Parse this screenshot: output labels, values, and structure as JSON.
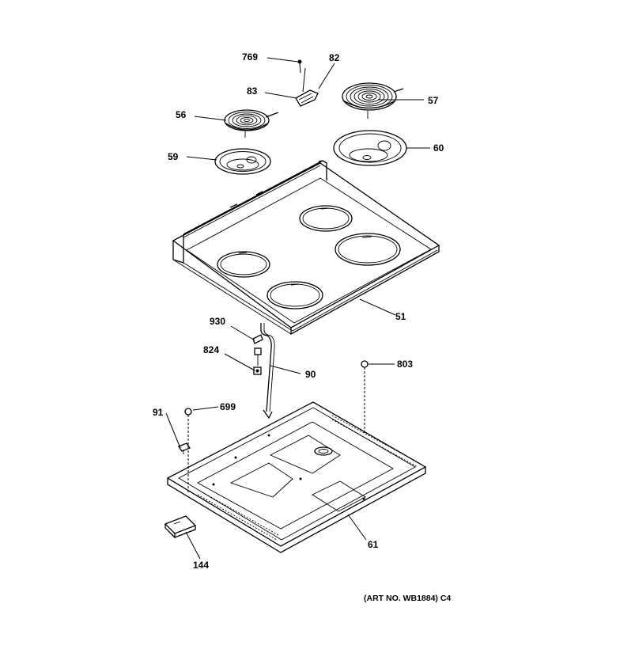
{
  "diagram": {
    "callouts": {
      "p769": "769",
      "p82": "82",
      "p83": "83",
      "p57": "57",
      "p56": "56",
      "p60": "60",
      "p59": "59",
      "p51": "51",
      "p930": "930",
      "p824": "824",
      "p90": "90",
      "p803": "803",
      "p91": "91",
      "p699": "699",
      "p61": "61",
      "p144": "144"
    },
    "art_number": "(ART NO. WB1884) C4"
  }
}
